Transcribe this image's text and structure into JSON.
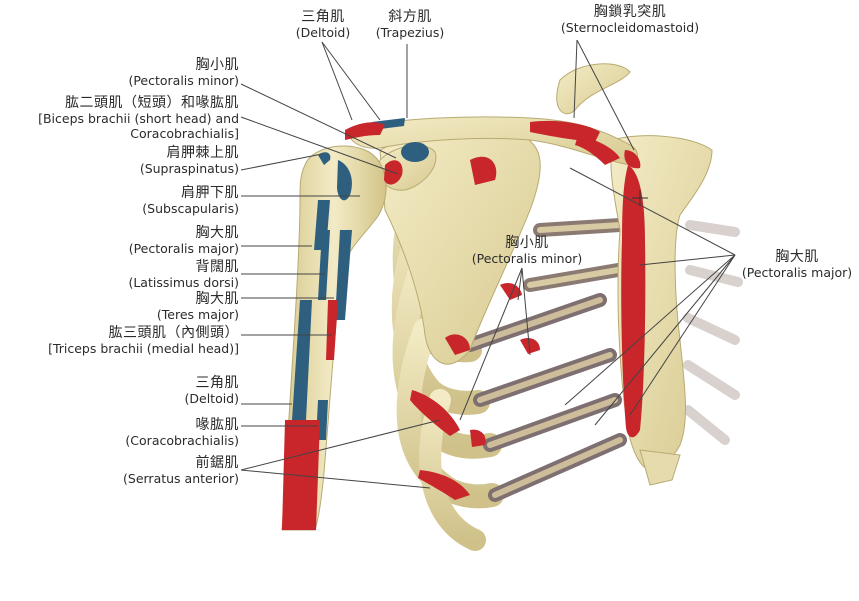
{
  "labels": {
    "deltoid_top": {
      "jp": "三角肌",
      "en": "(Deltoid)"
    },
    "trapezius": {
      "jp": "斜方肌",
      "en": "(Trapezius)"
    },
    "sternocleido": {
      "jp": "胸鎖乳突肌",
      "en": "(Sternocleidomastoid)"
    },
    "pec_minor_left": {
      "jp": "胸小肌",
      "en": "(Pectoralis minor)"
    },
    "biceps_short": {
      "jp": "肱二頭肌（短頭）和喙肱肌",
      "en1": "[Biceps brachii (short head) and",
      "en2": "Coracobrachialis]"
    },
    "supraspinatus": {
      "jp": "肩胛棘上肌",
      "en": "(Supraspinatus)"
    },
    "subscapularis": {
      "jp": "肩胛下肌",
      "en": "(Subscapularis)"
    },
    "pec_major_left": {
      "jp": "胸大肌",
      "en": "(Pectoralis major)"
    },
    "latissimus": {
      "jp": "背闊肌",
      "en": "(Latissimus dorsi)"
    },
    "teres_major": {
      "jp": "胸大肌",
      "en": "(Teres major)"
    },
    "triceps": {
      "jp": "肱三頭肌（內側頭）",
      "en": "[Triceps brachii (medial head)]"
    },
    "deltoid_low": {
      "jp": "三角肌",
      "en": "(Deltoid)"
    },
    "coracobrachialis": {
      "jp": "喙肱肌",
      "en": "(Coracobrachialis)"
    },
    "serratus": {
      "jp": "前鋸肌",
      "en": "(Serratus anterior)"
    },
    "pec_minor_center": {
      "jp": "胸小肌",
      "en": "(Pectoralis minor)"
    },
    "pec_major_right": {
      "jp": "胸大肌",
      "en": "(Pectoralis major)"
    }
  },
  "colors": {
    "bone": "#ece3b8",
    "bone_shadow": "#c9bd85",
    "bone_dark": "#a99a5e",
    "origin_red": "#c8262b",
    "insertion_blue": "#2e5f7e",
    "leader_line": "#444444",
    "rib_shadow": "#8a7d6a"
  }
}
